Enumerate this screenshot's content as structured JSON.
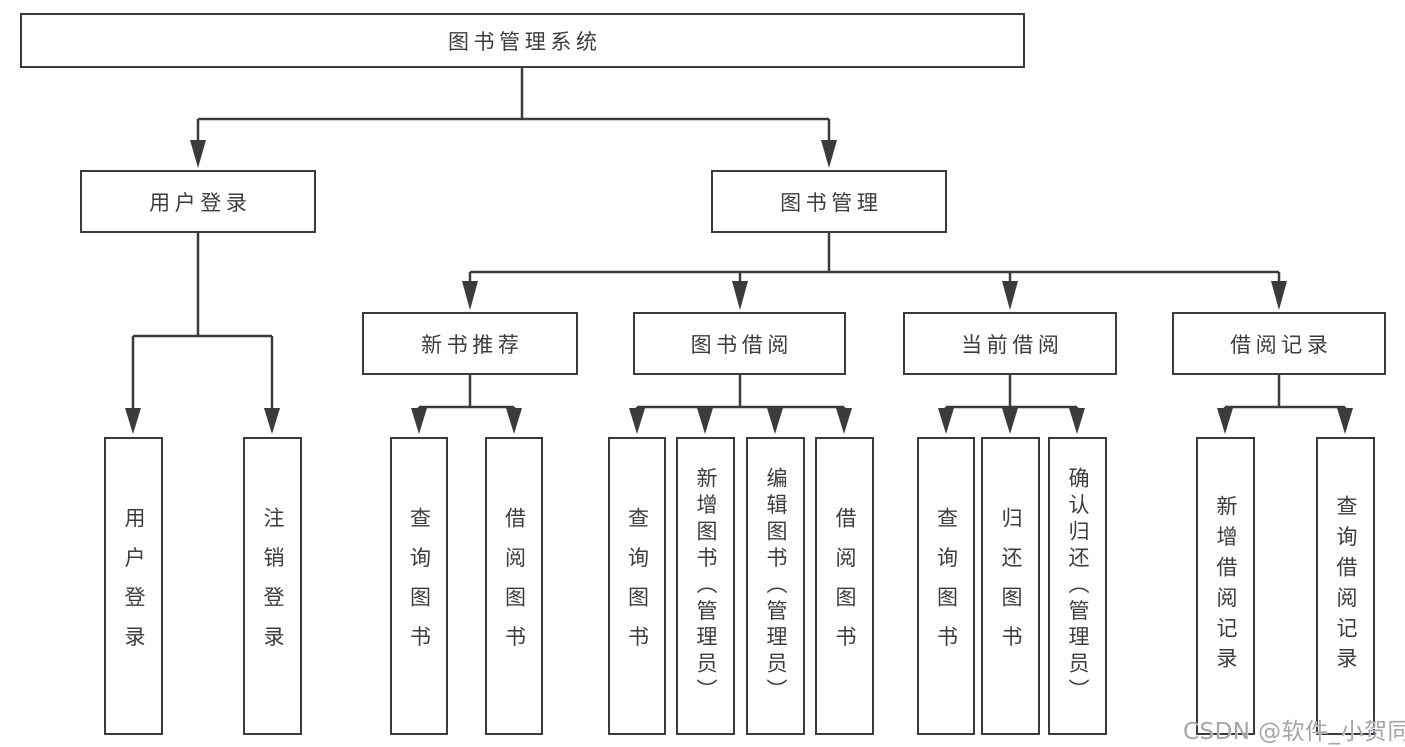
{
  "diagram": {
    "watermark": "CSDN @软件_小贺同学",
    "colors": {
      "line": "#3b3b3b",
      "border": "#3b3b3b",
      "text": "#3d3d3d",
      "box_background": "#ffffff",
      "watermark_text": "#a5a5ac"
    },
    "tree": {
      "root": "图书管理系统",
      "children": [
        {
          "label": "用户登录",
          "children": [
            {
              "label": "用户登录"
            },
            {
              "label": "注销登录"
            }
          ]
        },
        {
          "label": "图书管理",
          "children": [
            {
              "label": "新书推荐",
              "children": [
                {
                  "label": "查询图书"
                },
                {
                  "label": "借阅图书"
                }
              ]
            },
            {
              "label": "图书借阅",
              "children": [
                {
                  "label": "查询图书"
                },
                {
                  "label": "新增图书（管理员）"
                },
                {
                  "label": "编辑图书（管理员）"
                },
                {
                  "label": "借阅图书"
                }
              ]
            },
            {
              "label": "当前借阅",
              "children": [
                {
                  "label": "查询图书"
                },
                {
                  "label": "归还图书"
                },
                {
                  "label": "确认归还（管理员）"
                }
              ]
            },
            {
              "label": "借阅记录",
              "children": [
                {
                  "label": "新增借阅记录"
                },
                {
                  "label": "查询借阅记录"
                }
              ]
            }
          ]
        }
      ]
    }
  }
}
